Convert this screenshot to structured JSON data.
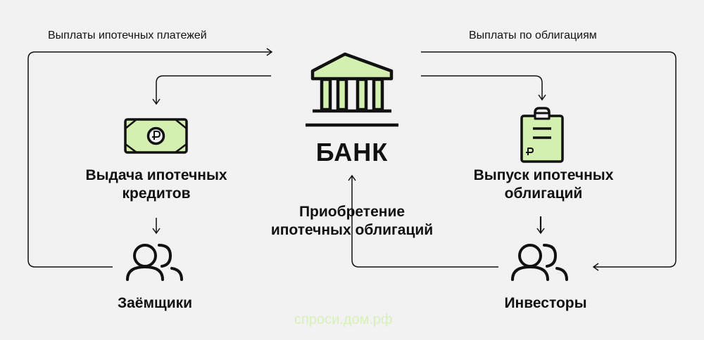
{
  "flows": {
    "mortgage_payments": "Выплаты ипотечных платежей",
    "bond_payments": "Выплаты по облигациям"
  },
  "nodes": {
    "bank": "БАНК",
    "issuance_line1": "Выдача ипотечных",
    "issuance_line2": "кредитов",
    "bonds_line1": "Выпуск ипотечных",
    "bonds_line2": "облигаций",
    "purchase_line1": "Приобретение",
    "purchase_line2": "ипотечных облигаций",
    "borrowers": "Заёмщики",
    "investors": "Инвесторы"
  },
  "icons": {
    "bank": "bank-building-icon",
    "money": "ruble-banknote-icon",
    "document": "ruble-clipboard-icon",
    "people": "people-group-icon"
  },
  "watermark": "спроси.дом.рф",
  "colors": {
    "background": "#f2f2f2",
    "accent": "#d4f0b0",
    "stroke": "#111111",
    "watermark": "#d7f0b8"
  }
}
